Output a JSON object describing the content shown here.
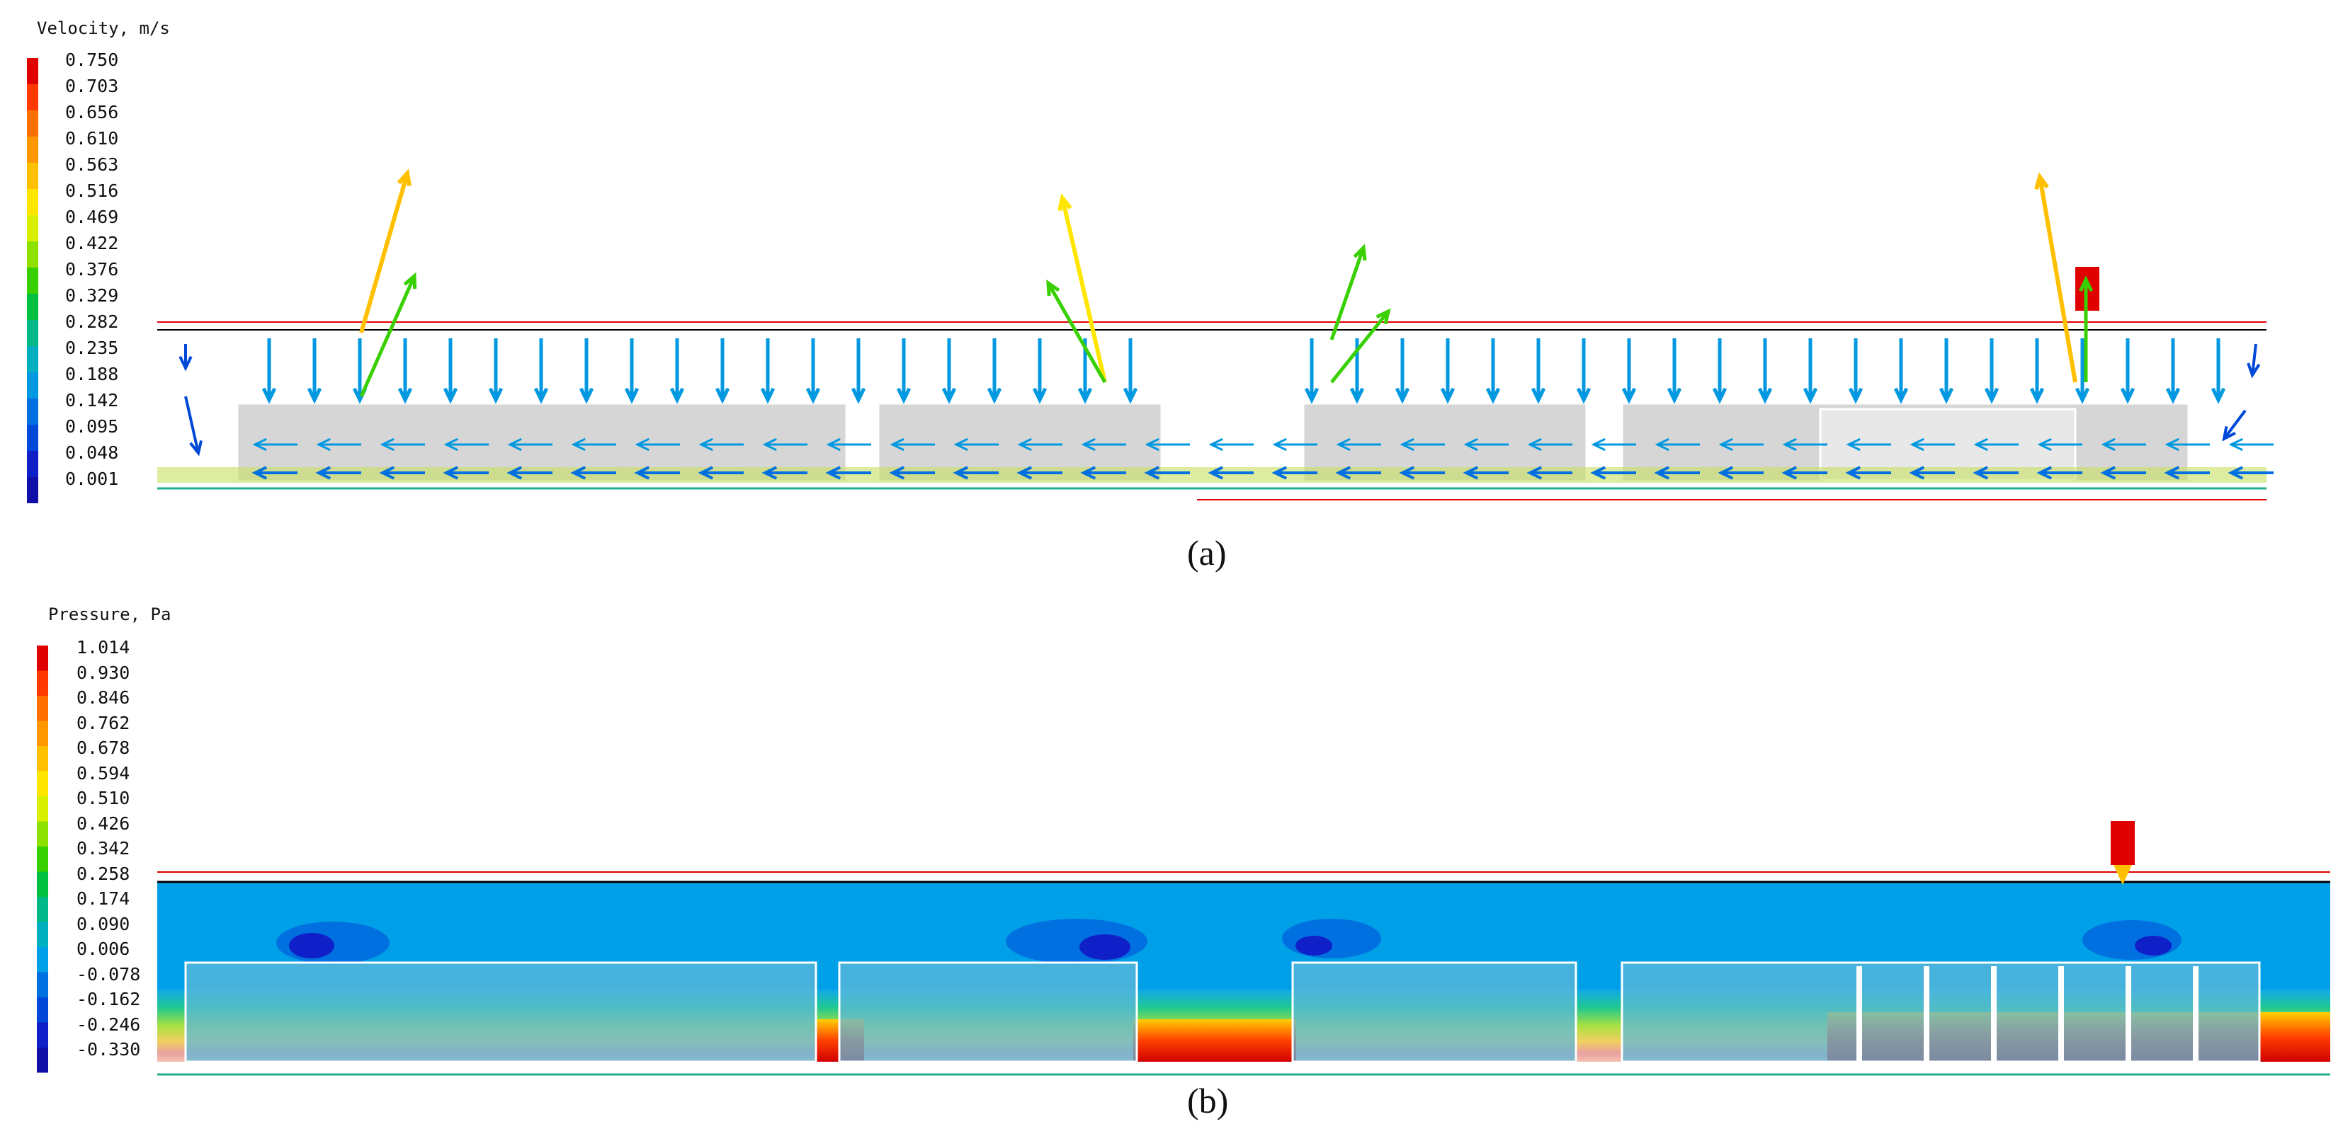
{
  "panels": [
    {
      "id": "a",
      "caption": "(a)",
      "legend": {
        "title": "Velocity, m/s",
        "ticks": [
          "0.750",
          "0.703",
          "0.656",
          "0.610",
          "0.563",
          "0.516",
          "0.469",
          "0.422",
          "0.376",
          "0.329",
          "0.282",
          "0.235",
          "0.188",
          "0.142",
          "0.095",
          "0.048",
          "0.001"
        ],
        "colors": [
          "#e00000",
          "#ff3a00",
          "#ff7000",
          "#ff9800",
          "#ffc000",
          "#ffe600",
          "#d8f000",
          "#8ee000",
          "#38d000",
          "#00c040",
          "#00b888",
          "#00b0c0",
          "#0098e0",
          "#0070e0",
          "#0048d8",
          "#1020c8",
          "#1010a8"
        ]
      }
    },
    {
      "id": "b",
      "caption": "(b)",
      "legend": {
        "title": "Pressure, Pa",
        "ticks": [
          "1.014",
          "0.930",
          "0.846",
          "0.762",
          "0.678",
          "0.594",
          "0.510",
          "0.426",
          "0.342",
          "0.258",
          "0.174",
          "0.090",
          "0.006",
          "-0.078",
          "-0.162",
          "-0.246",
          "-0.330"
        ],
        "colors": [
          "#e00000",
          "#ff3a00",
          "#ff7000",
          "#ff9800",
          "#ffc000",
          "#ffe600",
          "#d8f000",
          "#8ee000",
          "#38d000",
          "#00c040",
          "#00b888",
          "#00b0c0",
          "#00a0e8",
          "#0070e0",
          "#0048d8",
          "#1020c8",
          "#1010a8"
        ]
      }
    }
  ]
}
